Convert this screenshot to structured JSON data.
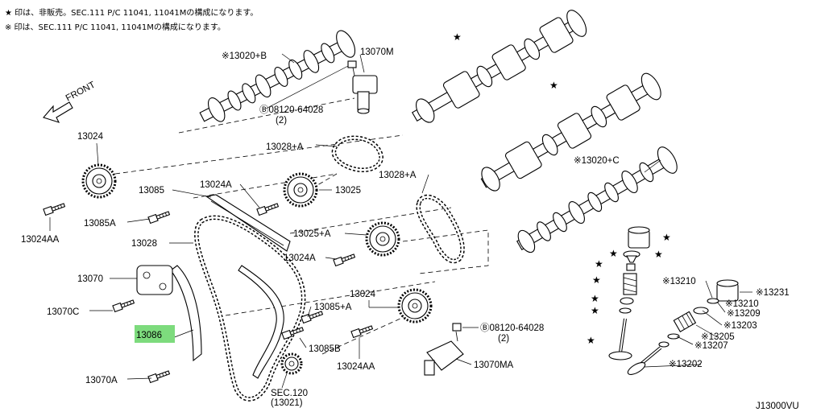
{
  "notes": [
    "★ 印は、非販売。SEC.111 P/C 11041, 11041Mの構成になります。",
    "※ 印は、SEC.111 P/C 11041, 11041Mの構成になります。"
  ],
  "front_label": "FRONT",
  "diagram_code": "J13000VU",
  "highlight_color": "#7ddb7d",
  "star_symbol": "★",
  "labels": {
    "p13020b": "※13020+B",
    "p13070m": "13070M",
    "p08120_top": "Ⓑ08120-64028",
    "p08120_top_qty": "(2)",
    "p13024_top": "13024",
    "p13028a_top": "13028+A",
    "p13024a": "13024A",
    "p13025": "13025",
    "p13085": "13085",
    "p13085a": "13085A",
    "p13024aa_left": "13024AA",
    "p13028": "13028",
    "p13028a_right": "13028+A",
    "p13025a": "13025+A",
    "p13024a_mid": "13024A",
    "p13070": "13070",
    "p13070c": "13070C",
    "p13086": "13086",
    "p13070a": "13070A",
    "p13024_bot": "13024",
    "p13085a_bot": "13085+A",
    "p13085b": "13085B",
    "p13024aa_bot": "13024AA",
    "p08120_bot": "Ⓑ08120-64028",
    "p08120_bot_qty": "(2)",
    "p13070ma": "13070MA",
    "sec120": "SEC.120",
    "sec120_ref": "(13021)",
    "p13020c": "※13020+C",
    "p13210": "※13210",
    "p13231": "※13231",
    "p13210b": "※13210",
    "p13209": "※13209",
    "p13203": "※13203",
    "p13205": "※13205",
    "p13207": "※13207",
    "p13202": "※13202"
  }
}
